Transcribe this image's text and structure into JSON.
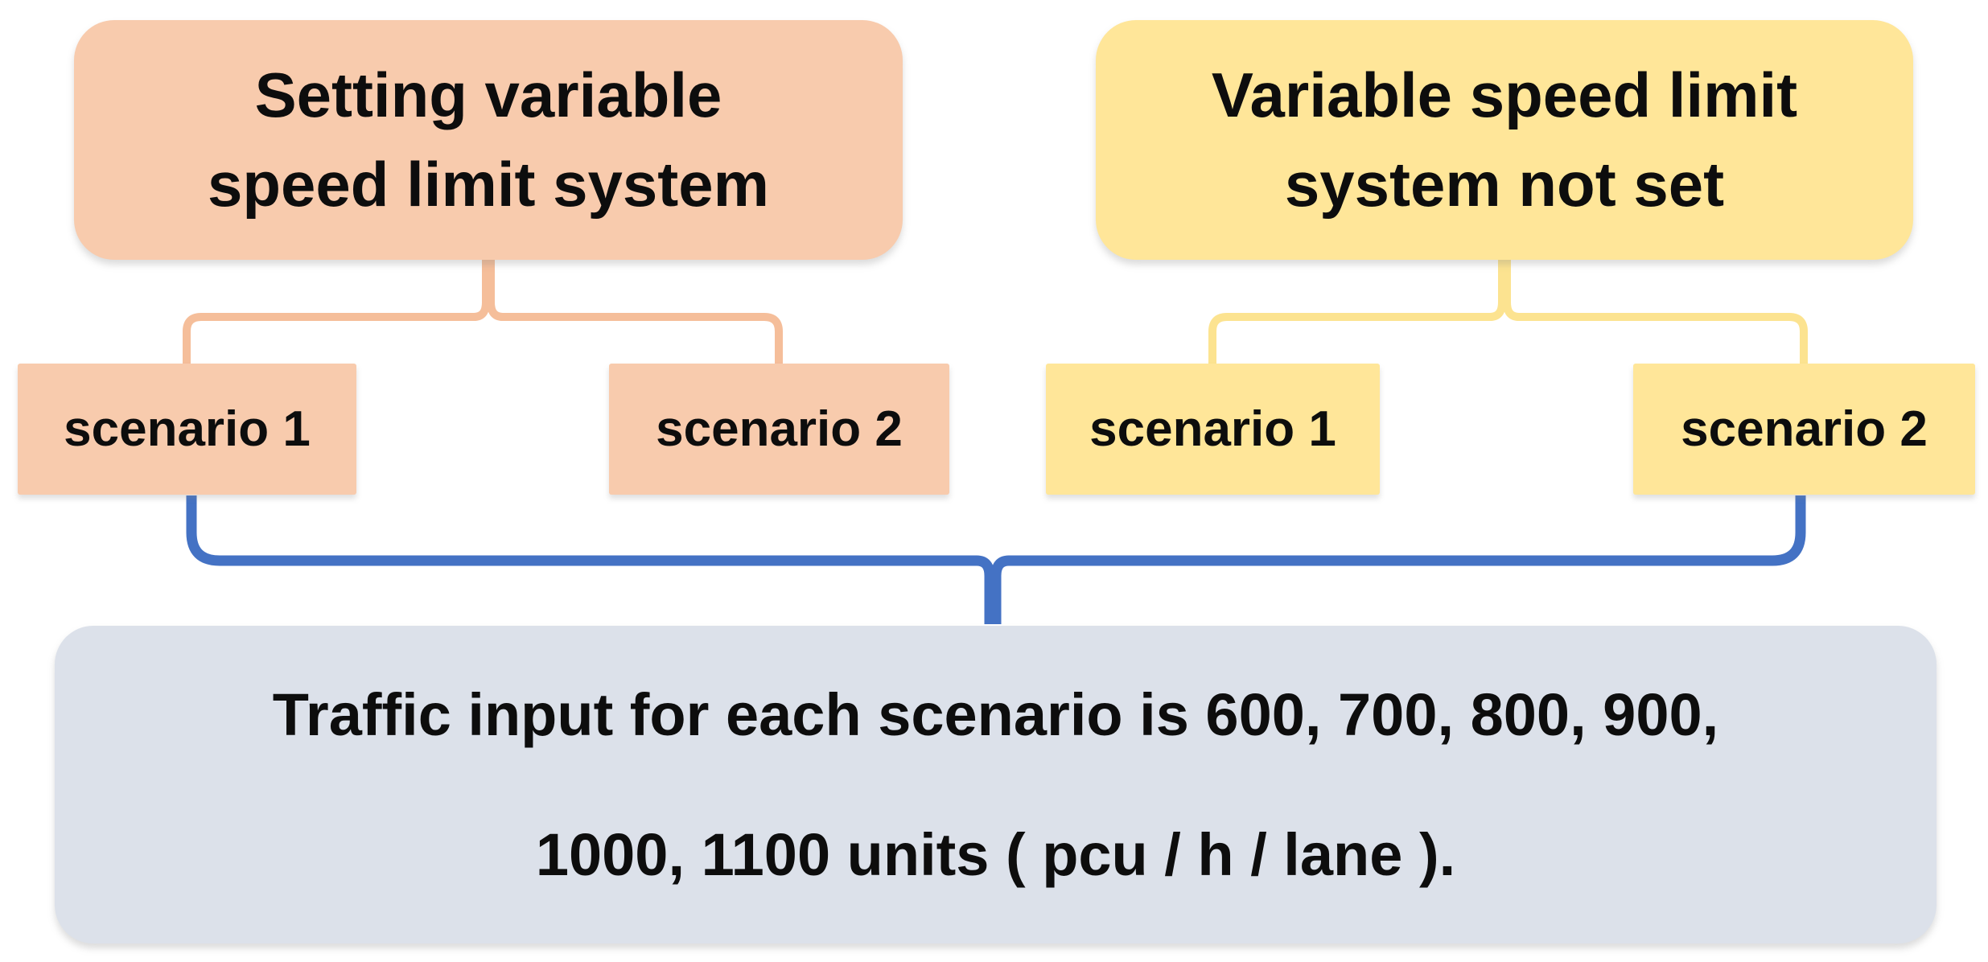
{
  "colors": {
    "bg": "#FFFFFF",
    "text": "#0D0D0D",
    "peach_fill": "#F8CBAD",
    "peach_line": "#F5BE9A",
    "yellow_fill": "#FFE699",
    "yellow_line": "#FCE390",
    "blue_line": "#4472C4",
    "gray_fill": "#DCE1EA"
  },
  "groups": [
    {
      "id": "vsl-set",
      "label": "Setting variable speed limit system",
      "lines": [
        "Setting variable",
        "speed limit system"
      ],
      "children": [
        {
          "label": "scenario 1"
        },
        {
          "label": "scenario 2"
        }
      ]
    },
    {
      "id": "vsl-not-set",
      "label": "Variable speed limit system not set",
      "lines": [
        "Variable speed limit",
        "system not set"
      ],
      "children": [
        {
          "label": "scenario 1"
        },
        {
          "label": "scenario 2"
        }
      ]
    }
  ],
  "footer": {
    "label": "Traffic input for each scenario is 600, 700, 800, 900, 1000, 1100 units ( pcu / h / lane ).",
    "lines": [
      "Traffic input for each scenario is 600, 700, 800, 900,",
      "1000, 1100 units ( pcu / h / lane )."
    ],
    "traffic_inputs": [
      600,
      700,
      800,
      900,
      1000,
      1100
    ],
    "units": "pcu / h / lane"
  }
}
